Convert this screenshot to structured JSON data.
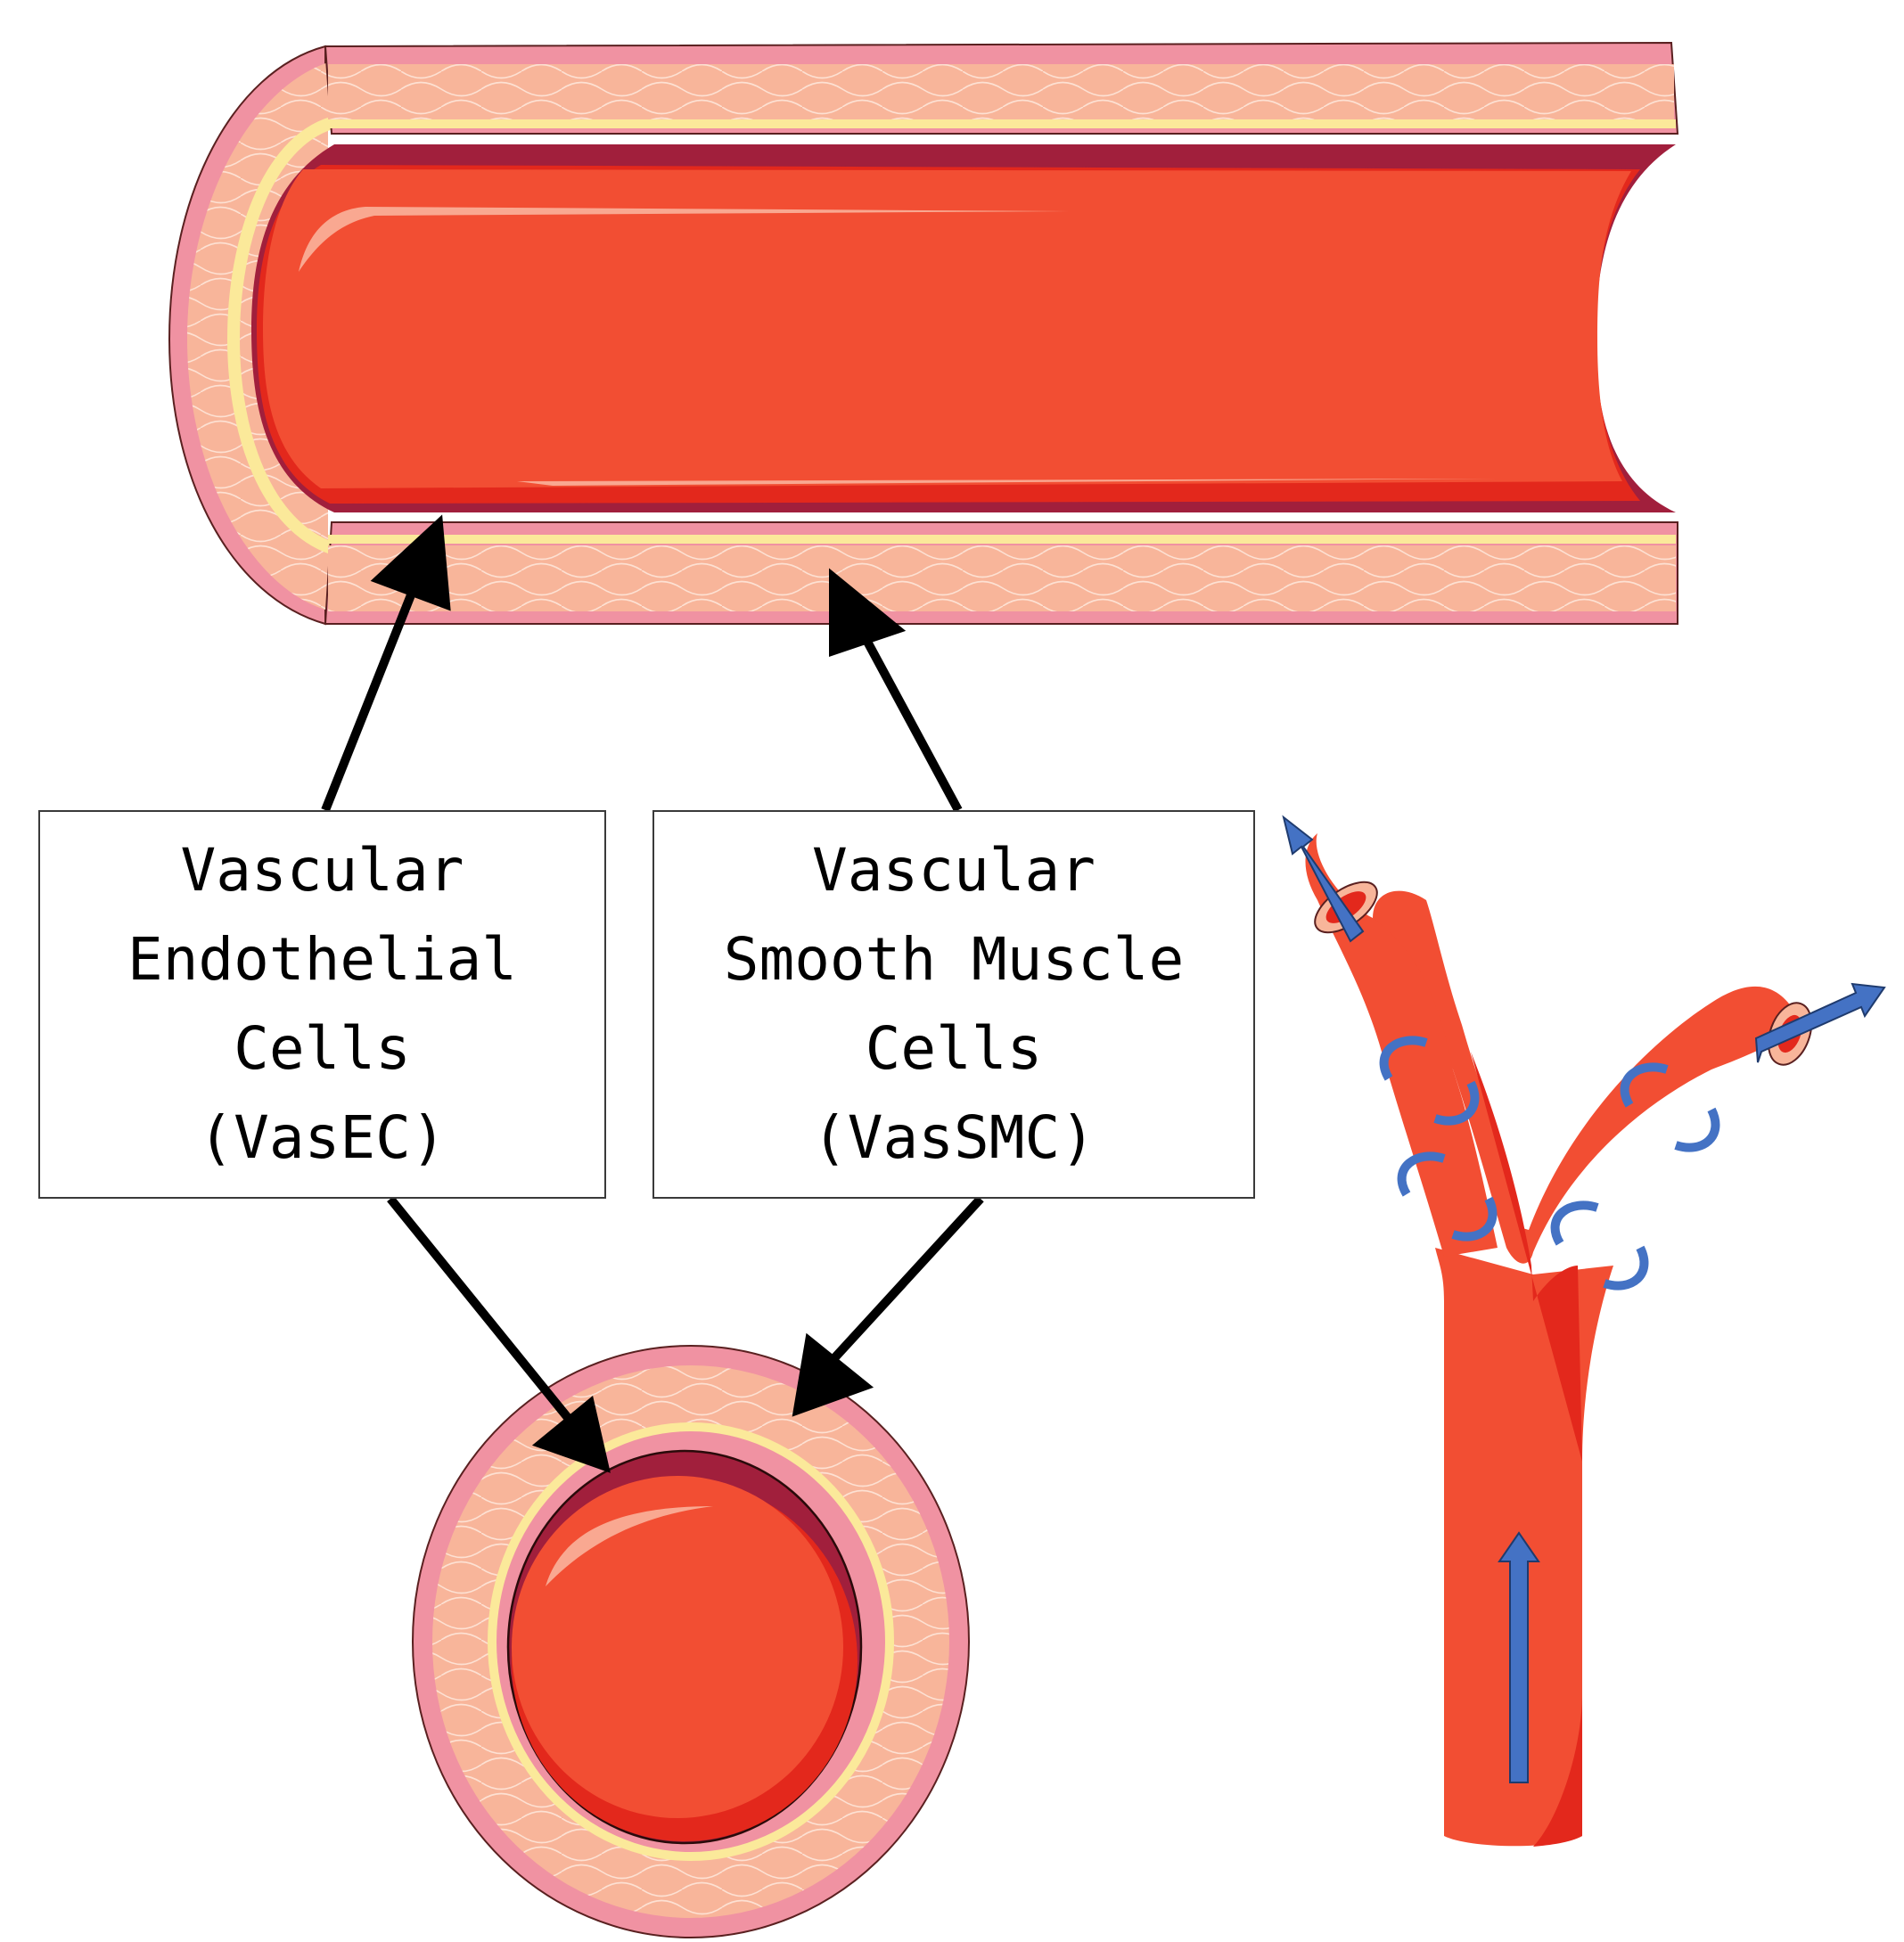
{
  "labels": {
    "endothelial": {
      "lines": [
        "Vascular",
        "Endothelial",
        "Cells",
        "(VasEC)"
      ]
    },
    "smooth_muscle": {
      "lines": [
        "Vascular",
        "Smooth Muscle",
        "Cells",
        "(VasSMC)"
      ]
    }
  },
  "colors": {
    "blood": "#f24e33",
    "blood_dark": "#e3281c",
    "lumen_shadow": "#a11f3c",
    "media": "#f8b59a",
    "adventitia": "#f092a2",
    "elastic_lamina": "#fbe99a",
    "arrow": "#000000",
    "flow_arrow": "#4472c4"
  },
  "icons": [
    "flow-arrow-icon",
    "swirl-arrow-icon"
  ]
}
